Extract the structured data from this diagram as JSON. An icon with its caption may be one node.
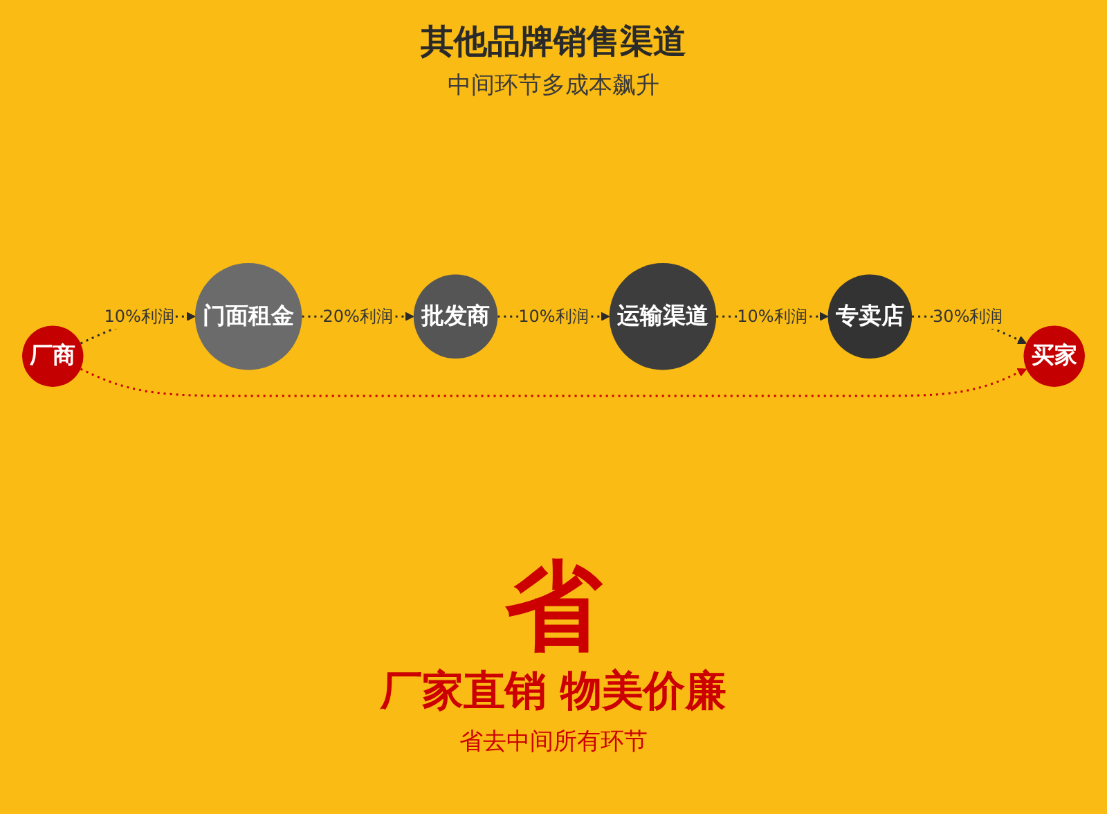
{
  "diagram": {
    "title": "其他品牌销售渠道",
    "nodes": [
      {
        "text": [
          "批发商"
        ]
      },
      {
        "text": [
          "运输渠道"
        ]
      },
      {
        "text": [
          "门面租金"
        ]
      },
      {
        "text": [
          "专卖店"
        ]
      },
      {
        "text": [
          "厂商"
        ]
      },
      {
        "text": [
          "买家"
        ]
      }
    ],
    "edges": [
      {
        "from": 4,
        "to": 2,
        "arrow": "to",
        "label": "10%利润",
        "style": "dashed"
      },
      {
        "from": 2,
        "to": 0,
        "arrow": "to",
        "label": "20%利润",
        "style": "dashed"
      },
      {
        "from": 0,
        "to": 1,
        "arrow": "to",
        "label": "10%利润",
        "style": "dashed"
      },
      {
        "from": 1,
        "to": 3,
        "arrow": "to",
        "label": "10%利润",
        "style": "dashed"
      },
      {
        "from": 3,
        "to": 5,
        "arrow": "to",
        "label": "30%利润",
        "style": "dashed"
      },
      {
        "from": 4,
        "to": 5,
        "arrow": "to",
        "style": "dashed",
        "color": "#cc0000"
      }
    ],
    "labels": [
      "中间环节多成本飙升",
      "省",
      "厂家直销 物美价廉",
      "省去中间所有环节"
    ]
  }
}
